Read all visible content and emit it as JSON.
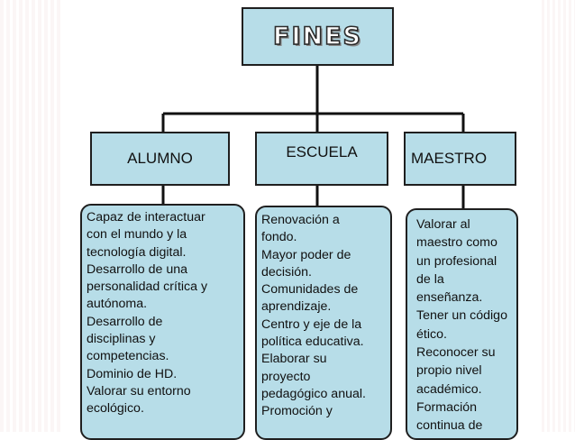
{
  "title": "FINES",
  "columns": [
    {
      "heading": "ALUMNO",
      "lines": [
        "Capaz de interactuar",
        "con el mundo y la",
        "tecnología digital.",
        "Desarrollo de una",
        "personalidad crítica y",
        "autónoma.",
        "Desarrollo de",
        "disciplinas y",
        "competencias.",
        "Dominio de HD.",
        "Valorar su entorno",
        "ecológico."
      ]
    },
    {
      "heading": "ESCUELA",
      "lines": [
        "Renovación a",
        "fondo.",
        "Mayor poder de",
        "decisión.",
        "Comunidades de",
        "aprendizaje.",
        "Centro y eje de la",
        "política educativa.",
        "Elaborar su",
        "proyecto",
        "pedagógico anual.",
        "Promoción y"
      ]
    },
    {
      "heading": "MAESTRO",
      "lines": [
        "Valorar al",
        "maestro como",
        "un profesional",
        "de la",
        "enseñanza.",
        "Tener un código",
        "ético.",
        "Reconocer su",
        "propio nivel",
        "académico.",
        "Formación",
        "continua de"
      ]
    }
  ],
  "colors": {
    "box_fill": "#b7dde8",
    "border": "#1f1f1f"
  }
}
